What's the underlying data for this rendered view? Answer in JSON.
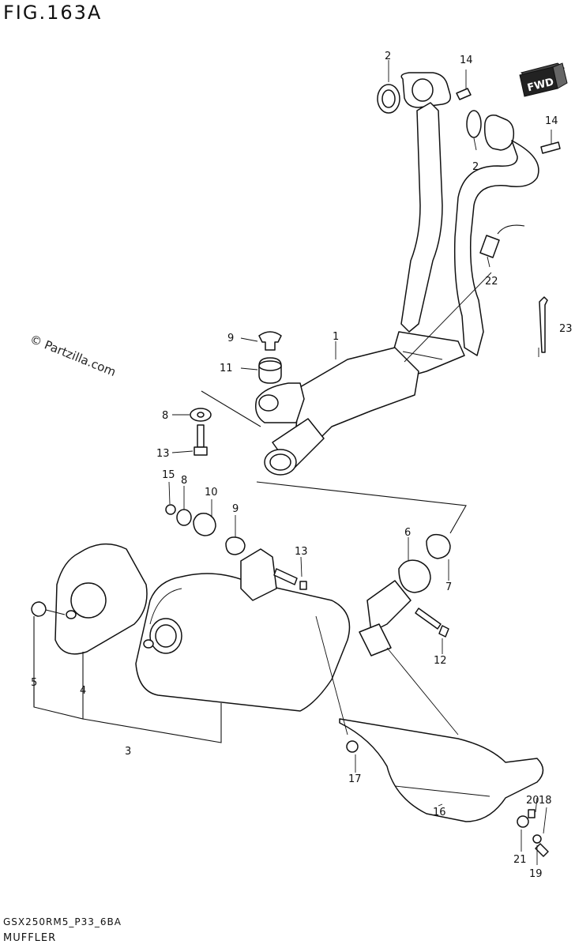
{
  "title": "FIG.163A",
  "watermark": "© Partzilla.com",
  "drawing_code": "GSX250RM5_P33_6BA",
  "caption": "MUFFLER",
  "badge": "FWD",
  "callouts": [
    "2",
    "14",
    "2",
    "14",
    "22",
    "23",
    "9",
    "11",
    "1",
    "8",
    "13",
    "15",
    "8",
    "10",
    "9",
    "6",
    "7",
    "13",
    "12",
    "5",
    "4",
    "3",
    "17",
    "16",
    "20",
    "18",
    "21",
    "19"
  ]
}
